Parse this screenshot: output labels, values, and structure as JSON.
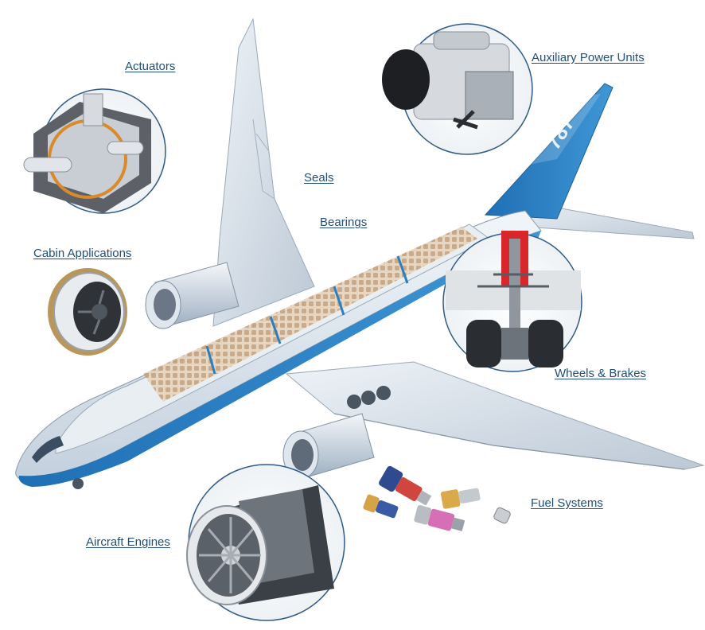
{
  "labels": {
    "actuators": "Actuators",
    "apu": "Auxiliary Power Units",
    "seals": "Seals",
    "bearings": "Bearings",
    "cabin": "Cabin Applications",
    "wheels": "Wheels & Brakes",
    "fuel": "Fuel Systems",
    "engines": "Aircraft Engines"
  },
  "aircraft": {
    "tail_mark": "787"
  },
  "colors": {
    "fuselage_blue": "#2a7fc0",
    "fuselage_light": "#dfe8f1",
    "wing": "#d4dde7",
    "callout_ring": "#2f5b86",
    "label_text": "#1f4f7a",
    "seat": "#c9a987"
  }
}
